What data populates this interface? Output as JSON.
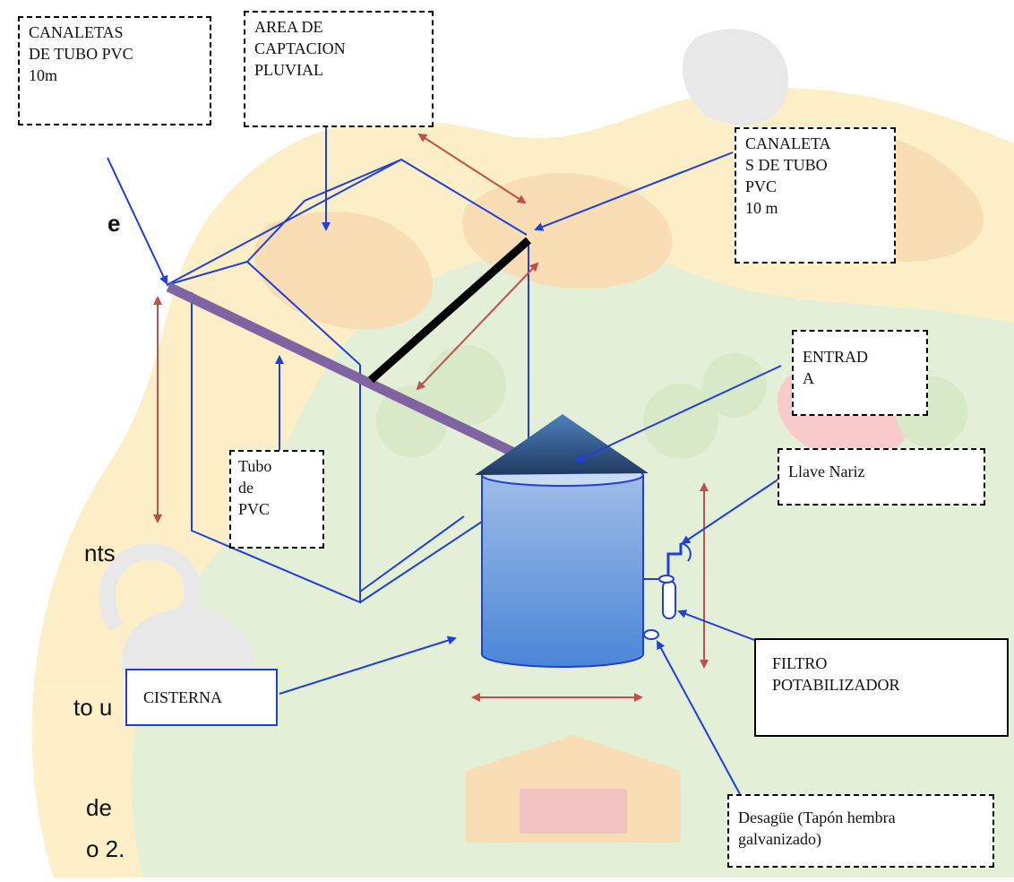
{
  "diagram": {
    "labels": {
      "canaletas_left": "CANALETAS\nDE TUBO PVC\n10m",
      "area_captacion": "AREA DE\nCAPTACION\nPLUVIAL",
      "canaletas_right": "CANALETA\nS DE TUBO\nPVC\n10 m",
      "entrada": "ENTRAD\nA",
      "llave_nariz": "Llave Nariz",
      "tubo_pvc": "Tubo\nde\nPVC",
      "filtro": "FILTRO\nPOTABILIZADOR",
      "cisterna": "CISTERNA",
      "desague": "Desagüe (Tapón hembra\ngalvanizado)"
    },
    "side_text": [
      "e",
      "nts",
      "to u",
      "de",
      "o 2."
    ],
    "colors": {
      "outline_blue": "#1f3fd8",
      "arrow_red": "#c0504d",
      "pipe_purple": "#8064a2",
      "gutter_black": "#000000",
      "tank_top": "#9fbce6",
      "tank_bottom": "#4a86d8",
      "roof_dark": "#1f3a60",
      "roof_light": "#4f81bd",
      "bg_orange": "#f4c27a",
      "bg_green": "#cfe3b8",
      "bg_gray": "#d6d6d6",
      "bg_yellow": "#fbe39a"
    }
  }
}
